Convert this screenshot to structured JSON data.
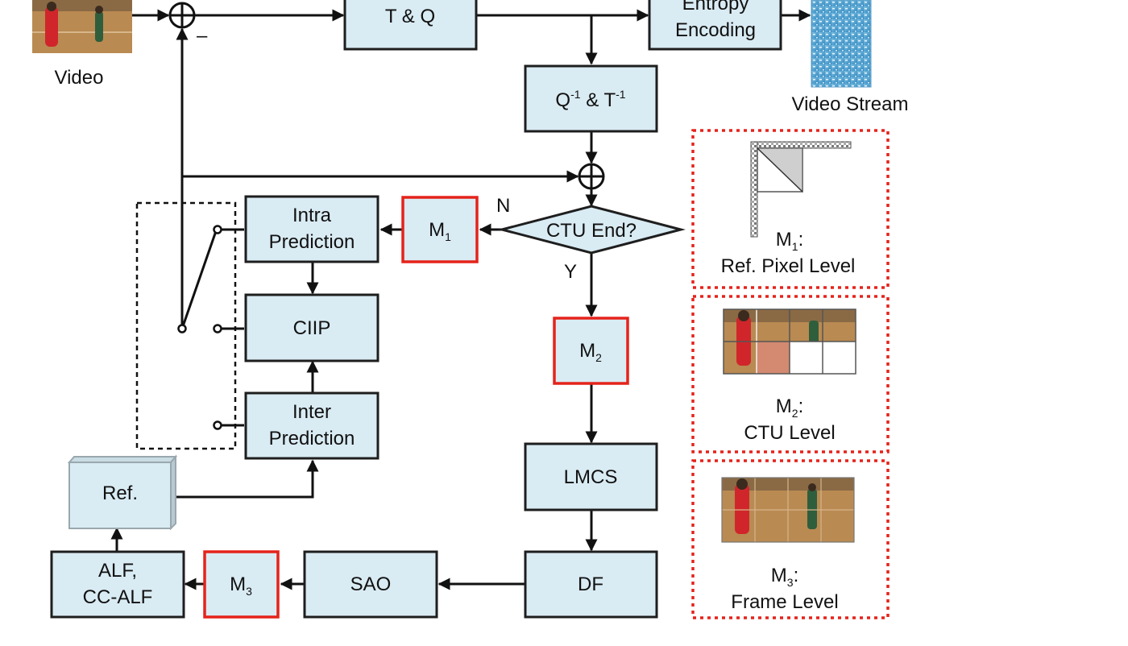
{
  "blocks": {
    "tq": "T & Q",
    "entropy_1": "Entropy",
    "entropy_2": "Encoding",
    "inv_q": "Q",
    "inv_sup1": "-1",
    "inv_amp": " & T",
    "inv_sup2": "-1",
    "intra_1": "Intra",
    "intra_2": "Prediction",
    "ciip": "CIIP",
    "inter_1": "Inter",
    "inter_2": "Prediction",
    "ref": "Ref.",
    "lmcs": "LMCS",
    "df": "DF",
    "sao": "SAO",
    "alf_1": "ALF,",
    "alf_2": "CC-ALF",
    "ctu_end": "CTU End?"
  },
  "labels": {
    "video": "Video",
    "video_stream": "Video Stream",
    "minus": "–",
    "n": "N",
    "y": "Y"
  },
  "modules": {
    "m": "M",
    "m1_sub": "1",
    "m2_sub": "2",
    "m3_sub": "3"
  },
  "levels": {
    "m1_colon": ":",
    "m1_desc": "Ref. Pixel Level",
    "m2_colon": ":",
    "m2_desc": "CTU Level",
    "m3_colon": ":",
    "m3_desc": "Frame Level"
  },
  "colors": {
    "block_fill": "#d9ebf3",
    "highlight": "#e5231b",
    "line": "#111111"
  }
}
